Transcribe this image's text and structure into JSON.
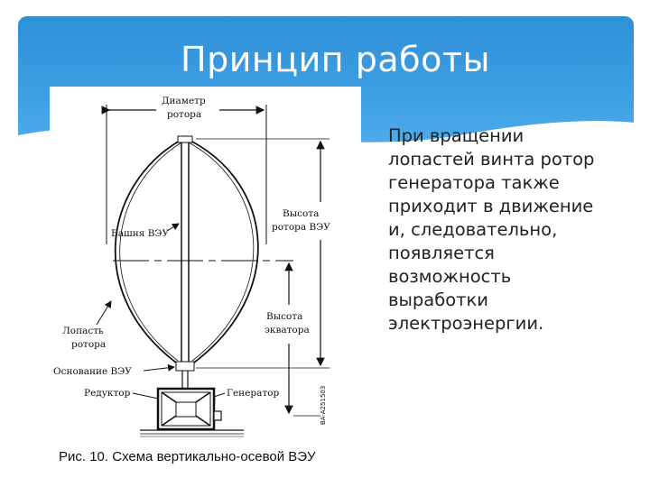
{
  "slide": {
    "title": "Принцип работы",
    "body_lines": [
      "При вращении",
      "лопастей винта ротор",
      "генератора также",
      "приходит в движение",
      "и, следовательно,",
      "появляется",
      "возможность",
      "выработки",
      "электроэнергии."
    ],
    "header_color": "#3a9be0"
  },
  "figure": {
    "caption": "Рис. 10. Схема вертикально-осевой ВЭУ",
    "labels": {
      "rotor_diameter_1": "Диаметр",
      "rotor_diameter_2": "ротора",
      "tower": "Башня ВЭУ",
      "rotor_height_1": "Высота",
      "rotor_height_2": "ротора ВЭУ",
      "equator_height_1": "Высота",
      "equator_height_2": "экватора",
      "blade_1": "Лопасть",
      "blade_2": "ротора",
      "base": "Основание ВЭУ",
      "gearbox": "Редуктор",
      "generator": "Генератор",
      "code": "BA-A251503"
    }
  }
}
